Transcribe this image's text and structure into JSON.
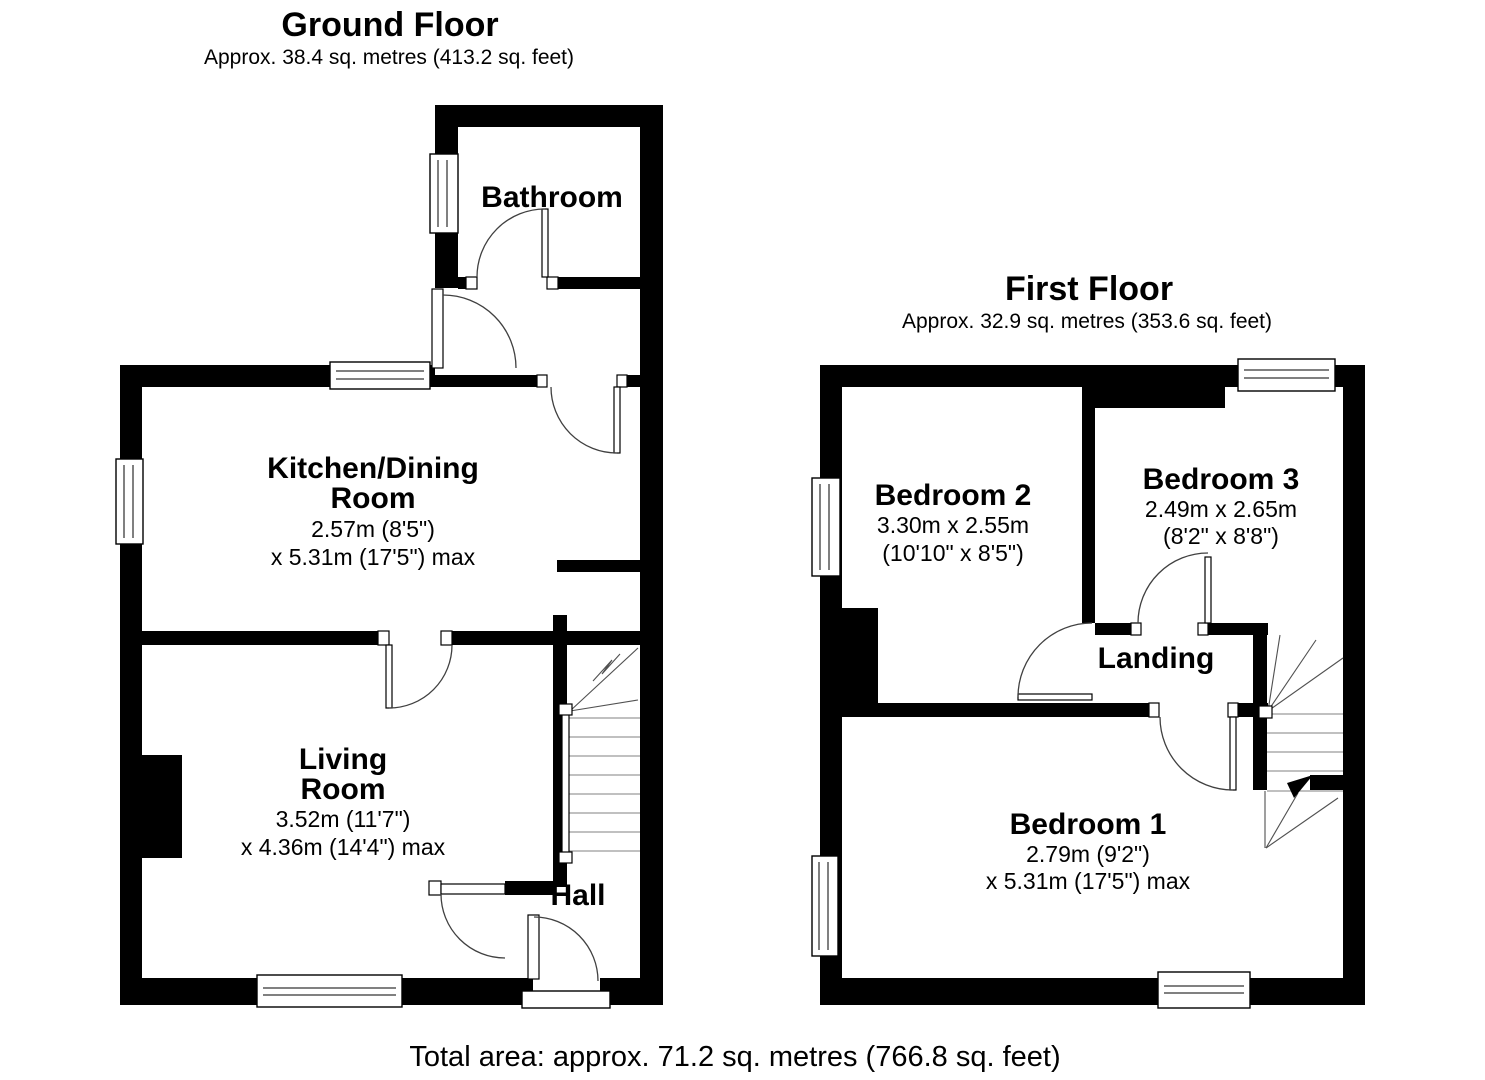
{
  "ground_floor": {
    "title": "Ground Floor",
    "subtitle": "Approx. 38.4 sq. metres (413.2 sq. feet)",
    "bathroom": {
      "name": "Bathroom"
    },
    "kitchen": {
      "line1": "Kitchen/Dining",
      "line2": "Room",
      "dim1": "2.57m (8'5\")",
      "dim2": "x 5.31m (17'5\") max"
    },
    "living": {
      "line1": "Living",
      "line2": "Room",
      "dim1": "3.52m (11'7\")",
      "dim2": "x 4.36m (14'4\") max"
    },
    "hall": {
      "name": "Hall"
    }
  },
  "first_floor": {
    "title": "First Floor",
    "subtitle": "Approx. 32.9 sq. metres (353.6 sq. feet)",
    "bedroom2": {
      "name": "Bedroom 2",
      "dim1": "3.30m x 2.55m",
      "dim2": "(10'10\" x 8'5\")"
    },
    "bedroom3": {
      "name": "Bedroom 3",
      "dim1": "2.49m x 2.65m",
      "dim2": "(8'2\" x 8'8\")"
    },
    "landing": {
      "name": "Landing"
    },
    "bedroom1": {
      "name": "Bedroom 1",
      "dim1": "2.79m (9'2\")",
      "dim2": "x 5.31m (17'5\") max"
    }
  },
  "footer": {
    "total_area": "Total area: approx. 71.2 sq. metres (766.8 sq. feet)"
  },
  "colors": {
    "wall": "#000000",
    "background": "#ffffff",
    "text": "#000000"
  }
}
